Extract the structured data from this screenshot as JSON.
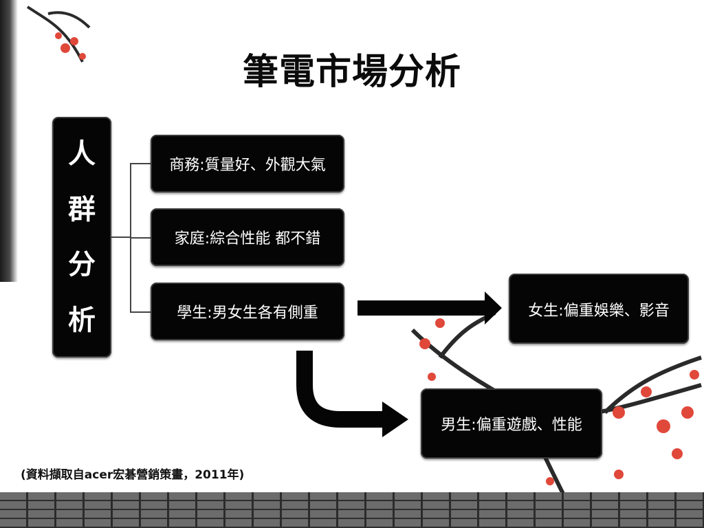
{
  "title": "筆電市場分析",
  "root": {
    "chars": [
      "人",
      "群",
      "分",
      "析"
    ]
  },
  "branches": [
    {
      "label": "商務:質量好、外觀大氣"
    },
    {
      "label": "家庭:綜合性能 都不錯"
    },
    {
      "label": "學生:男女生各有側重"
    }
  ],
  "leaves": {
    "female": "女生:偏重娛樂、影音",
    "male": "男生:偏重遊戲、性能"
  },
  "source": "(資料擷取自acer宏碁營銷策畫，2011年)",
  "colors": {
    "box": "#050505",
    "box_text": "#ffffff",
    "blossom": "#e0483a",
    "branch": "#2a2a2a"
  }
}
